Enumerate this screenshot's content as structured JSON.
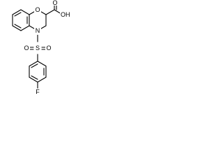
{
  "structure": {
    "atoms": {
      "ring_oxygen": "O",
      "carboxyl_carbonyl_oxygen": "O",
      "carboxyl_hydroxyl": "OH",
      "ring_nitrogen": "N",
      "sulfur": "S",
      "sulfonyl_oxygen_left": "O",
      "sulfonyl_oxygen_right": "O",
      "fluorine": "F"
    }
  }
}
